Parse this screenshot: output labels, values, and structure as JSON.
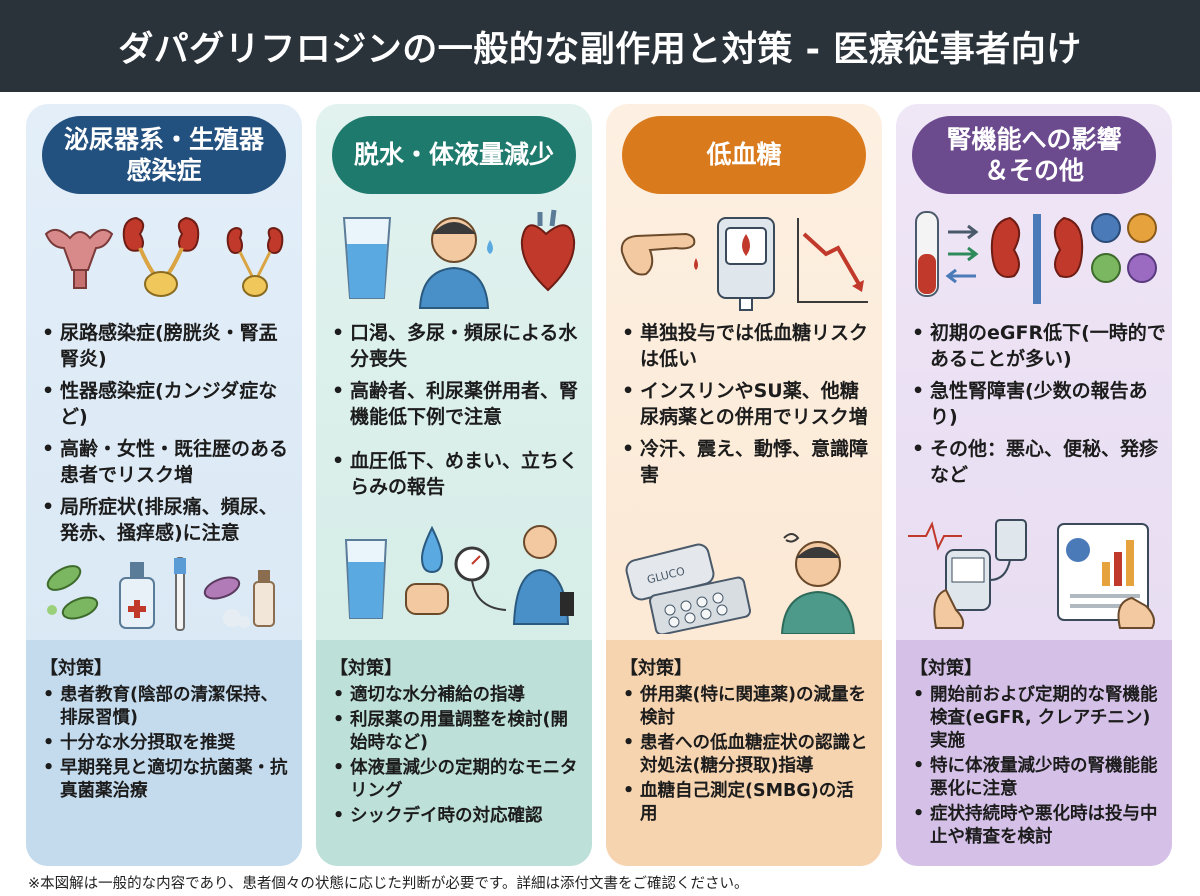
{
  "title": "ダパグリフロジンの一般的な副作用と対策 - 医療従事者向け",
  "columns": [
    {
      "heading_lines": [
        "泌尿器系・生殖器",
        "感染症"
      ],
      "points": [
        "尿路感染症(膀胱炎・腎盂腎炎)",
        "性器感染症(カンジダ症など)",
        "高齢・女性・既往歴のある患者でリスク増",
        "局所症状(排尿痛、頻尿、発赤、掻痒感)に注意"
      ],
      "measures_label": "【対策】",
      "measures": [
        "患者教育(陰部の清潔保持、排尿習慣)",
        "十分な水分摂取を推奨",
        "早期発見と適切な抗菌薬・抗真菌薬治療"
      ]
    },
    {
      "heading_lines": [
        "脱水・体液量減少"
      ],
      "points": [
        "口渇、多尿・頻尿による水分喪失",
        "高齢者、利尿薬併用者、腎機能低下例で注意",
        "血圧低下、めまい、立ちくらみの報告"
      ],
      "measures_label": "【対策】",
      "measures": [
        "適切な水分補給の指導",
        "利尿薬の用量調整を検討(開始時など)",
        "体液量減少の定期的なモニタリング",
        "シックデイ時の対応確認"
      ]
    },
    {
      "heading_lines": [
        "低血糖"
      ],
      "points": [
        "単独投与では低血糖リスクは低い",
        "インスリンやSU薬、他糖尿病薬との併用でリスク増",
        "冷汗、震え、動悸、意識障害"
      ],
      "measures_label": "【対策】",
      "measures": [
        "併用薬(特に関連薬)の減量を検討",
        "患者への低血糖症状の認識と対処法(糖分摂取)指導",
        "血糖自己測定(SMBG)の活用"
      ]
    },
    {
      "heading_lines": [
        "腎機能への影響",
        "＆その他"
      ],
      "points": [
        "初期のeGFR低下(一時的であることが多い)",
        "急性腎障害(少数の報告あり)",
        "その他：悪心、便秘、発疹など"
      ],
      "measures_label": "【対策】",
      "measures": [
        "開始前および定期的な腎機能検査(eGFR, クレアチニン)実施",
        "特に体液量減少時の腎機能能悪化に注意",
        "症状持続時や悪化時は投与中止や精査を検討"
      ]
    }
  ],
  "icon_labels": {
    "glucometer_strip": "GLUCO"
  },
  "footnote": "※本図解は一般的な内容であり、患者個々の状態に応じた判断が必要です。詳細は添付文書をご確認ください。",
  "colors": {
    "header_bg": "#2a323a",
    "col1_accent": "#22507f",
    "col2_accent": "#1f7a6e",
    "col3_accent": "#d97a1c",
    "col4_accent": "#6c4a8e",
    "organ_red": "#c0392b"
  },
  "icons": {
    "col1_top": [
      "uterus-icon",
      "kidney-bladder-icon",
      "urinary-tract-icon"
    ],
    "col1_bottom": [
      "bacteria-icon",
      "soap-bottle-icon",
      "toothbrush-icon",
      "fungus-spray-icon"
    ],
    "col2_top": [
      "water-glass-icon",
      "thirsty-person-icon",
      "heart-icon"
    ],
    "col2_bottom": [
      "water-glass-icon",
      "water-drop-icon",
      "fist-icon",
      "blood-pressure-icon"
    ],
    "col3_top": [
      "finger-prick-icon",
      "glucometer-icon",
      "falling-chart-icon"
    ],
    "col3_bottom": [
      "glucose-tablets-icon",
      "dizzy-person-icon"
    ],
    "col4_top": [
      "test-tube-icon",
      "arrows-icon",
      "kidney-icon",
      "misc-symptoms-icon"
    ],
    "col4_bottom": [
      "monitor-device-icon",
      "lab-report-icon"
    ]
  }
}
